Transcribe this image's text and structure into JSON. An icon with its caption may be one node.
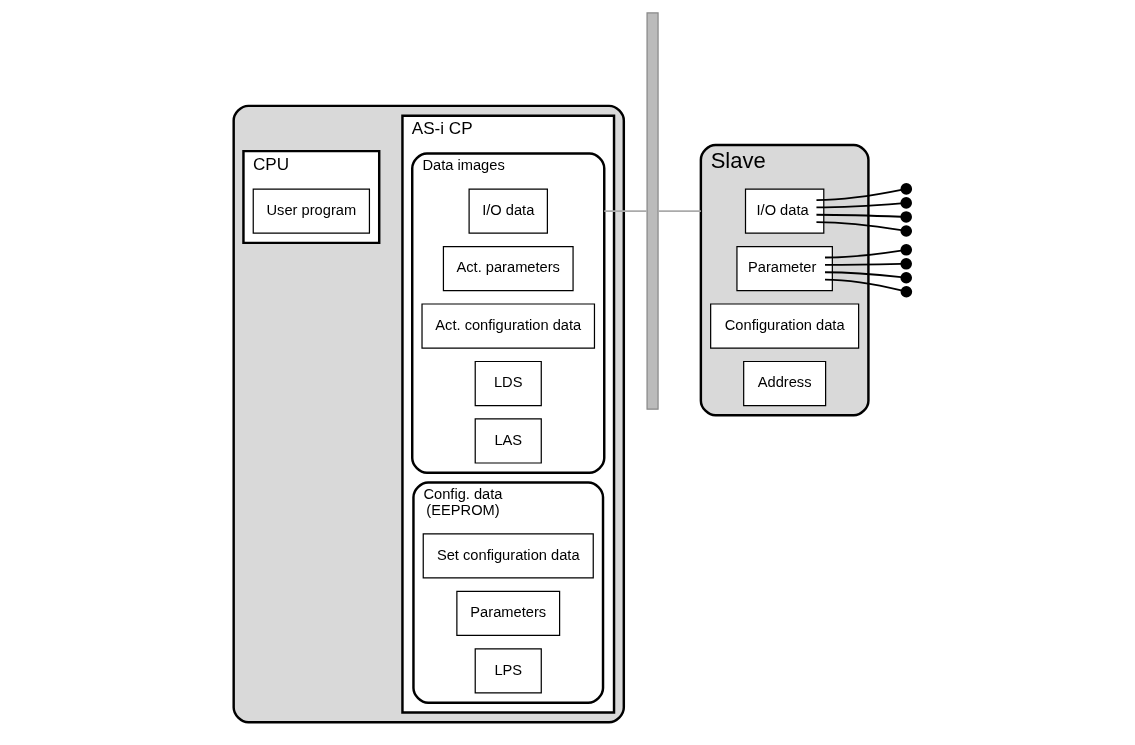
{
  "diagram": {
    "nodes": [
      {
        "text": [],
        "shape": "box"
      },
      {
        "text": [
          "CPU"
        ],
        "in": 0
      },
      {
        "text": [
          "User program"
        ],
        "in": 1
      },
      {
        "text": [
          "AS-i CP"
        ],
        "in": 0
      },
      {
        "text": [
          "Data images"
        ],
        "in": 3
      },
      {
        "text": [
          "I/O data"
        ],
        "in": 4
      },
      {
        "text": [
          "Act. parameters"
        ],
        "in": 4
      },
      {
        "text": [
          "Act. configuration data"
        ],
        "in": 4
      },
      {
        "text": [
          "LDS"
        ],
        "in": 4
      },
      {
        "text": [
          "LAS"
        ],
        "in": 4
      },
      {
        "text": [
          "Config. data",
          "(EEPROM)"
        ],
        "in": 3
      },
      {
        "text": [
          "Set configuration data"
        ],
        "in": 10
      },
      {
        "text": [
          "Parameters"
        ],
        "in": 10
      },
      {
        "text": [
          "LPS"
        ],
        "in": 10
      },
      {
        "text": [],
        "shape": "bar"
      },
      {
        "text": [
          "Slave"
        ]
      },
      {
        "text": [
          "I/O data"
        ],
        "in": 15
      },
      {
        "text": [
          "Parameter"
        ],
        "in": 15
      },
      {
        "text": [
          "Configuration data"
        ],
        "in": 15
      },
      {
        "text": [
          "Address"
        ],
        "in": 15
      }
    ],
    "edges": [
      {
        "from": 4,
        "to": 14,
        "arrow": "none",
        "color": "#aaaaaa"
      },
      {
        "from": 14,
        "to": 15,
        "arrow": "none",
        "color": "#aaaaaa"
      },
      {
        "from": 16,
        "to": null,
        "arrow": "other"
      },
      {
        "from": 16,
        "to": null,
        "arrow": "other"
      },
      {
        "from": 16,
        "to": null,
        "arrow": "other"
      },
      {
        "from": 16,
        "to": null,
        "arrow": "other"
      },
      {
        "from": 17,
        "to": null,
        "arrow": "other"
      },
      {
        "from": 17,
        "to": null,
        "arrow": "other"
      },
      {
        "from": 17,
        "to": null,
        "arrow": "other"
      },
      {
        "from": 17,
        "to": null,
        "arrow": "other"
      }
    ]
  }
}
